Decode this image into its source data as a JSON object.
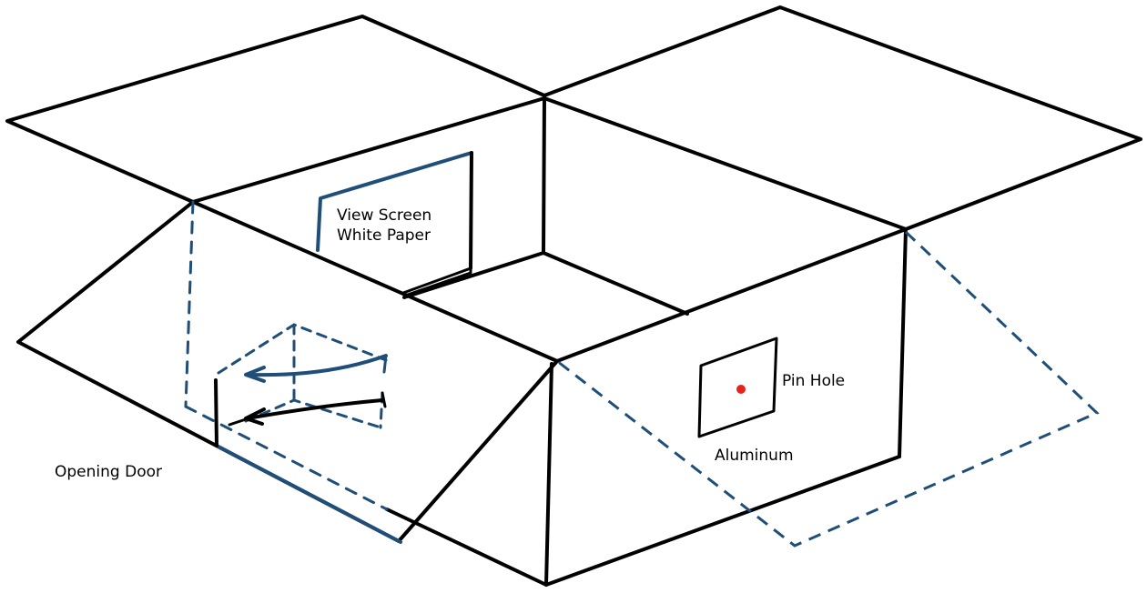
{
  "labels": {
    "view_screen": "View Screen",
    "white_paper": "White Paper",
    "pin_hole": "Pin Hole",
    "aluminum": "Aluminum",
    "opening_door": "Opening Door"
  },
  "colors": {
    "outline": "#000000",
    "accent": "#1f4e79",
    "dashed": "#1f4e79",
    "pin_hole": "#e8231e"
  }
}
